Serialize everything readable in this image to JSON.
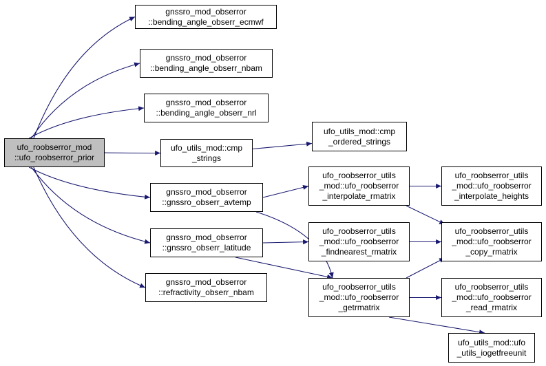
{
  "diagram": {
    "type": "call-graph",
    "colors": {
      "edge": "#191970",
      "root_fill": "#bfbfbf",
      "node_fill": "#ffffff",
      "node_border": "#000000"
    },
    "nodes": {
      "root": [
        "ufo_roobserror_mod",
        "::ufo_roobserror_prior"
      ],
      "bend_ecmwf": [
        "gnssro_mod_obserror",
        "::bending_angle_obserr_ecmwf"
      ],
      "bend_nbam": [
        "gnssro_mod_obserror",
        "::bending_angle_obserr_nbam"
      ],
      "bend_nrl": [
        "gnssro_mod_obserror",
        "::bending_angle_obserr_nrl"
      ],
      "cmp_strings": [
        "ufo_utils_mod::cmp",
        "_strings"
      ],
      "cmp_ordered": [
        "ufo_utils_mod::cmp",
        "_ordered_strings"
      ],
      "avtemp": [
        "gnssro_mod_obserror",
        "::gnssro_obserr_avtemp"
      ],
      "latitude": [
        "gnssro_mod_obserror",
        "::gnssro_obserr_latitude"
      ],
      "refr_nbam": [
        "gnssro_mod_obserror",
        "::refractivity_obserr_nbam"
      ],
      "interp_rmatrix": [
        "ufo_roobserror_utils",
        "_mod::ufo_roobserror",
        "_interpolate_rmatrix"
      ],
      "findnearest": [
        "ufo_roobserror_utils",
        "_mod::ufo_roobserror",
        "_findnearest_rmatrix"
      ],
      "getrmatrix": [
        "ufo_roobserror_utils",
        "_mod::ufo_roobserror",
        "_getrmatrix"
      ],
      "interp_heights": [
        "ufo_roobserror_utils",
        "_mod::ufo_roobserror",
        "_interpolate_heights"
      ],
      "copy_rmatrix": [
        "ufo_roobserror_utils",
        "_mod::ufo_roobserror",
        "_copy_rmatrix"
      ],
      "read_rmatrix": [
        "ufo_roobserror_utils",
        "_mod::ufo_roobserror",
        "_read_rmatrix"
      ],
      "iogetfreeunit": [
        "ufo_utils_mod::ufo",
        "_utils_iogetfreeunit"
      ]
    },
    "edges": [
      [
        "root",
        "bend_ecmwf"
      ],
      [
        "root",
        "bend_nbam"
      ],
      [
        "root",
        "bend_nrl"
      ],
      [
        "root",
        "cmp_strings"
      ],
      [
        "root",
        "avtemp"
      ],
      [
        "root",
        "latitude"
      ],
      [
        "root",
        "refr_nbam"
      ],
      [
        "cmp_strings",
        "cmp_ordered"
      ],
      [
        "avtemp",
        "interp_rmatrix"
      ],
      [
        "avtemp",
        "getrmatrix"
      ],
      [
        "latitude",
        "findnearest"
      ],
      [
        "latitude",
        "getrmatrix"
      ],
      [
        "interp_rmatrix",
        "interp_heights"
      ],
      [
        "interp_rmatrix",
        "copy_rmatrix"
      ],
      [
        "findnearest",
        "copy_rmatrix"
      ],
      [
        "getrmatrix",
        "copy_rmatrix"
      ],
      [
        "getrmatrix",
        "read_rmatrix"
      ],
      [
        "getrmatrix",
        "iogetfreeunit"
      ]
    ]
  }
}
